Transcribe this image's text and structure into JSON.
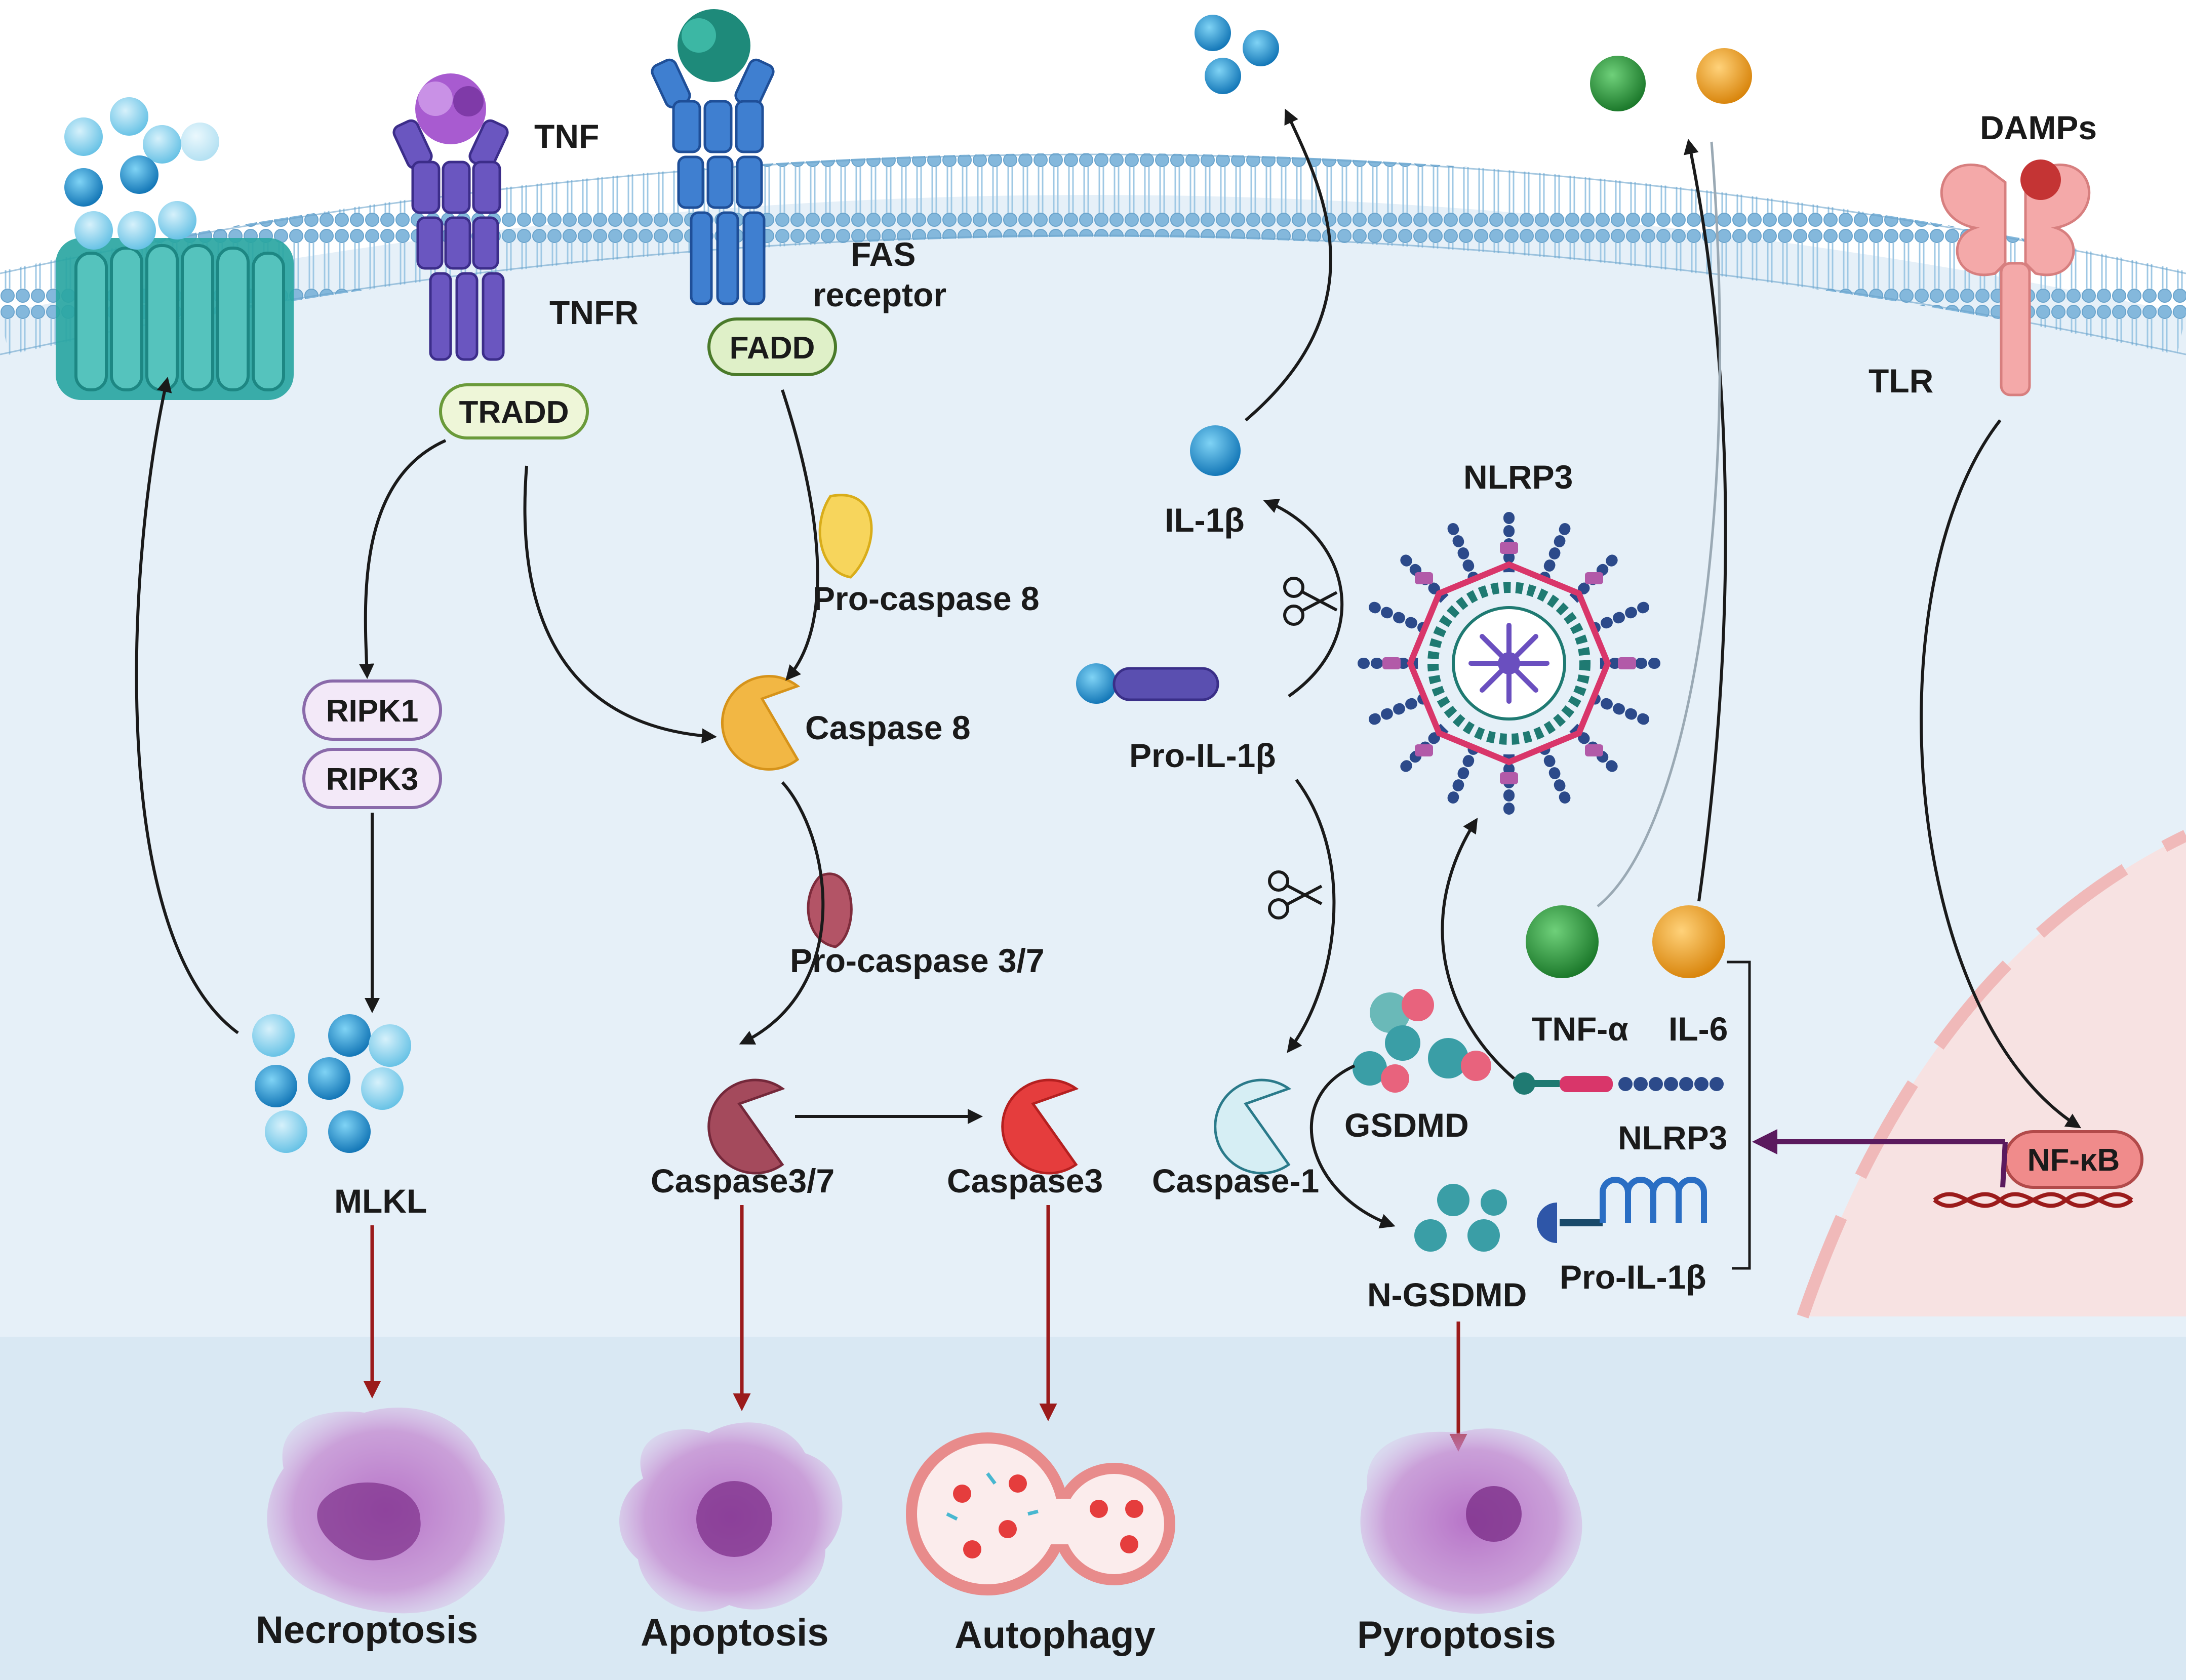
{
  "membrane_labels": {
    "tnf": "TNF",
    "tnfr": "TNFR",
    "fas_line1": "FAS",
    "fas_line2": "receptor",
    "damps": "DAMPs",
    "tlr": "TLR"
  },
  "adaptors": {
    "tradd": "TRADD",
    "fadd": "FADD",
    "ripk1": "RIPK1",
    "ripk3": "RIPK3",
    "nfkb": "NF-κB"
  },
  "caspases": {
    "pro_caspase8": "Pro-caspase 8",
    "caspase8": "Caspase 8",
    "pro_caspase37": "Pro-caspase 3/7",
    "caspase37": "Caspase3/7",
    "caspase3": "Caspase3",
    "caspase1": "Caspase-1"
  },
  "inflammasome": {
    "il1b": "IL-1β",
    "pro_il1b_top": "Pro-IL-1β",
    "nlrp3_top": "NLRP3",
    "nlrp3_mid": "NLRP3",
    "gsdmd": "GSDMD",
    "n_gsdmd": "N-GSDMD",
    "pro_il1b_bottom": "Pro-IL-1β",
    "tnfa": "TNF-α",
    "il6": "IL-6"
  },
  "mlkl": "MLKL",
  "outcomes": {
    "necroptosis": "Necroptosis",
    "apoptosis": "Apoptosis",
    "autophagy": "Autophagy",
    "pyroptosis": "Pyroptosis"
  },
  "colors": {
    "extracellular": "#ffffff",
    "cytoplasm": "#e6f0f8",
    "membrane_head": "#84b8dc",
    "nucleus": "#f7e2e2",
    "outcome_band": "#d9e8f3",
    "arrow_black": "#1a1a1a",
    "arrow_red": "#9b1b1b",
    "arrow_purple": "#5b1a5e",
    "caspase8": "#f2b744",
    "caspase37": "#a44a5c",
    "caspase3": "#e53d3d",
    "caspase1": "#d6eef4",
    "tnf_alpha": "#2b9a3e",
    "il6": "#f0a020",
    "il1b": "#1a9ad6"
  }
}
